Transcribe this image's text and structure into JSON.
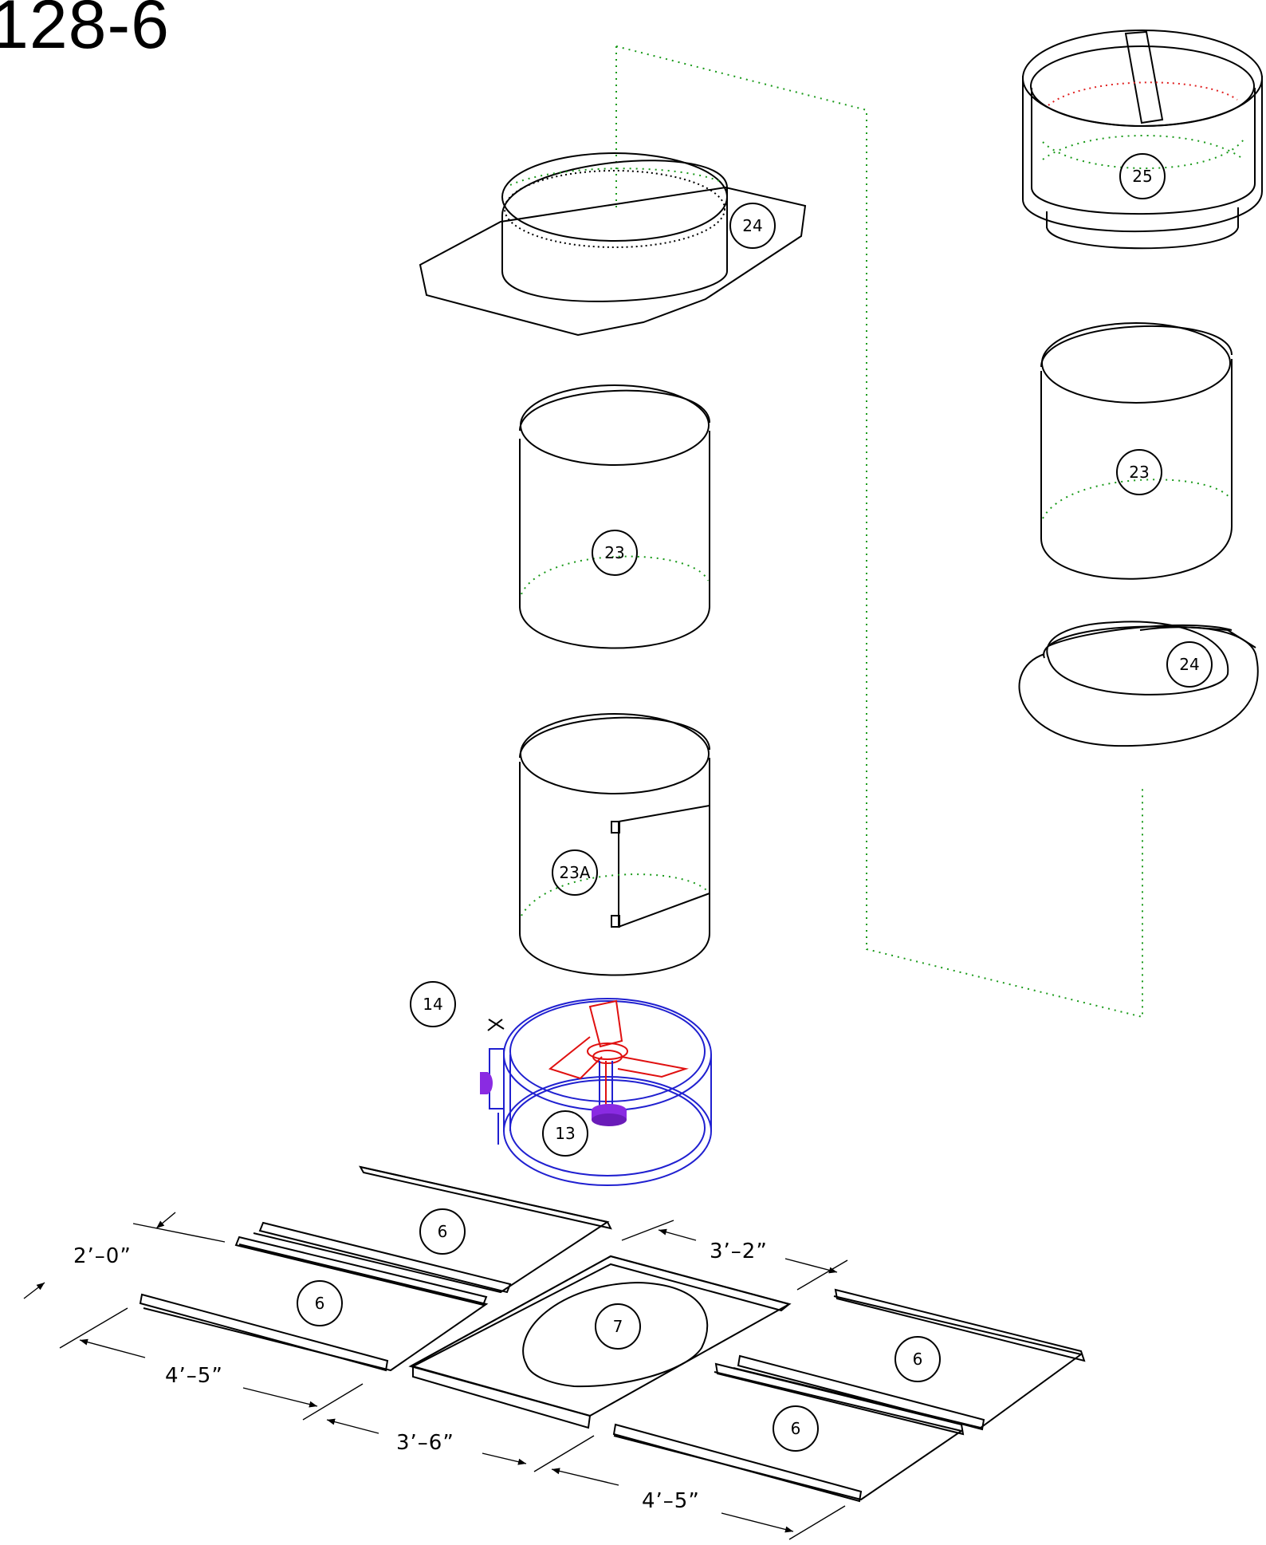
{
  "title": "128-6",
  "colors": {
    "line": "#000000",
    "hidden_line": "#1a9a1a",
    "motor_assembly": "#2020d0",
    "impeller": "#e01010",
    "motor_base": "#8a2be2"
  },
  "callouts": {
    "c24_top": "24",
    "c25": "25",
    "c23_left": "23",
    "c23_right": "23",
    "c24_right": "24",
    "c23a": "23A",
    "c14": "14",
    "c13": "13",
    "c6_a": "6",
    "c6_b": "6",
    "c7": "7",
    "c6_c": "6",
    "c6_d": "6"
  },
  "dimensions": {
    "d_2_0": "2’–0”",
    "d_3_2": "3’–2”",
    "d_4_5_left": "4’–5”",
    "d_3_6": "3’–6”",
    "d_4_5_right": "4’–5”"
  }
}
